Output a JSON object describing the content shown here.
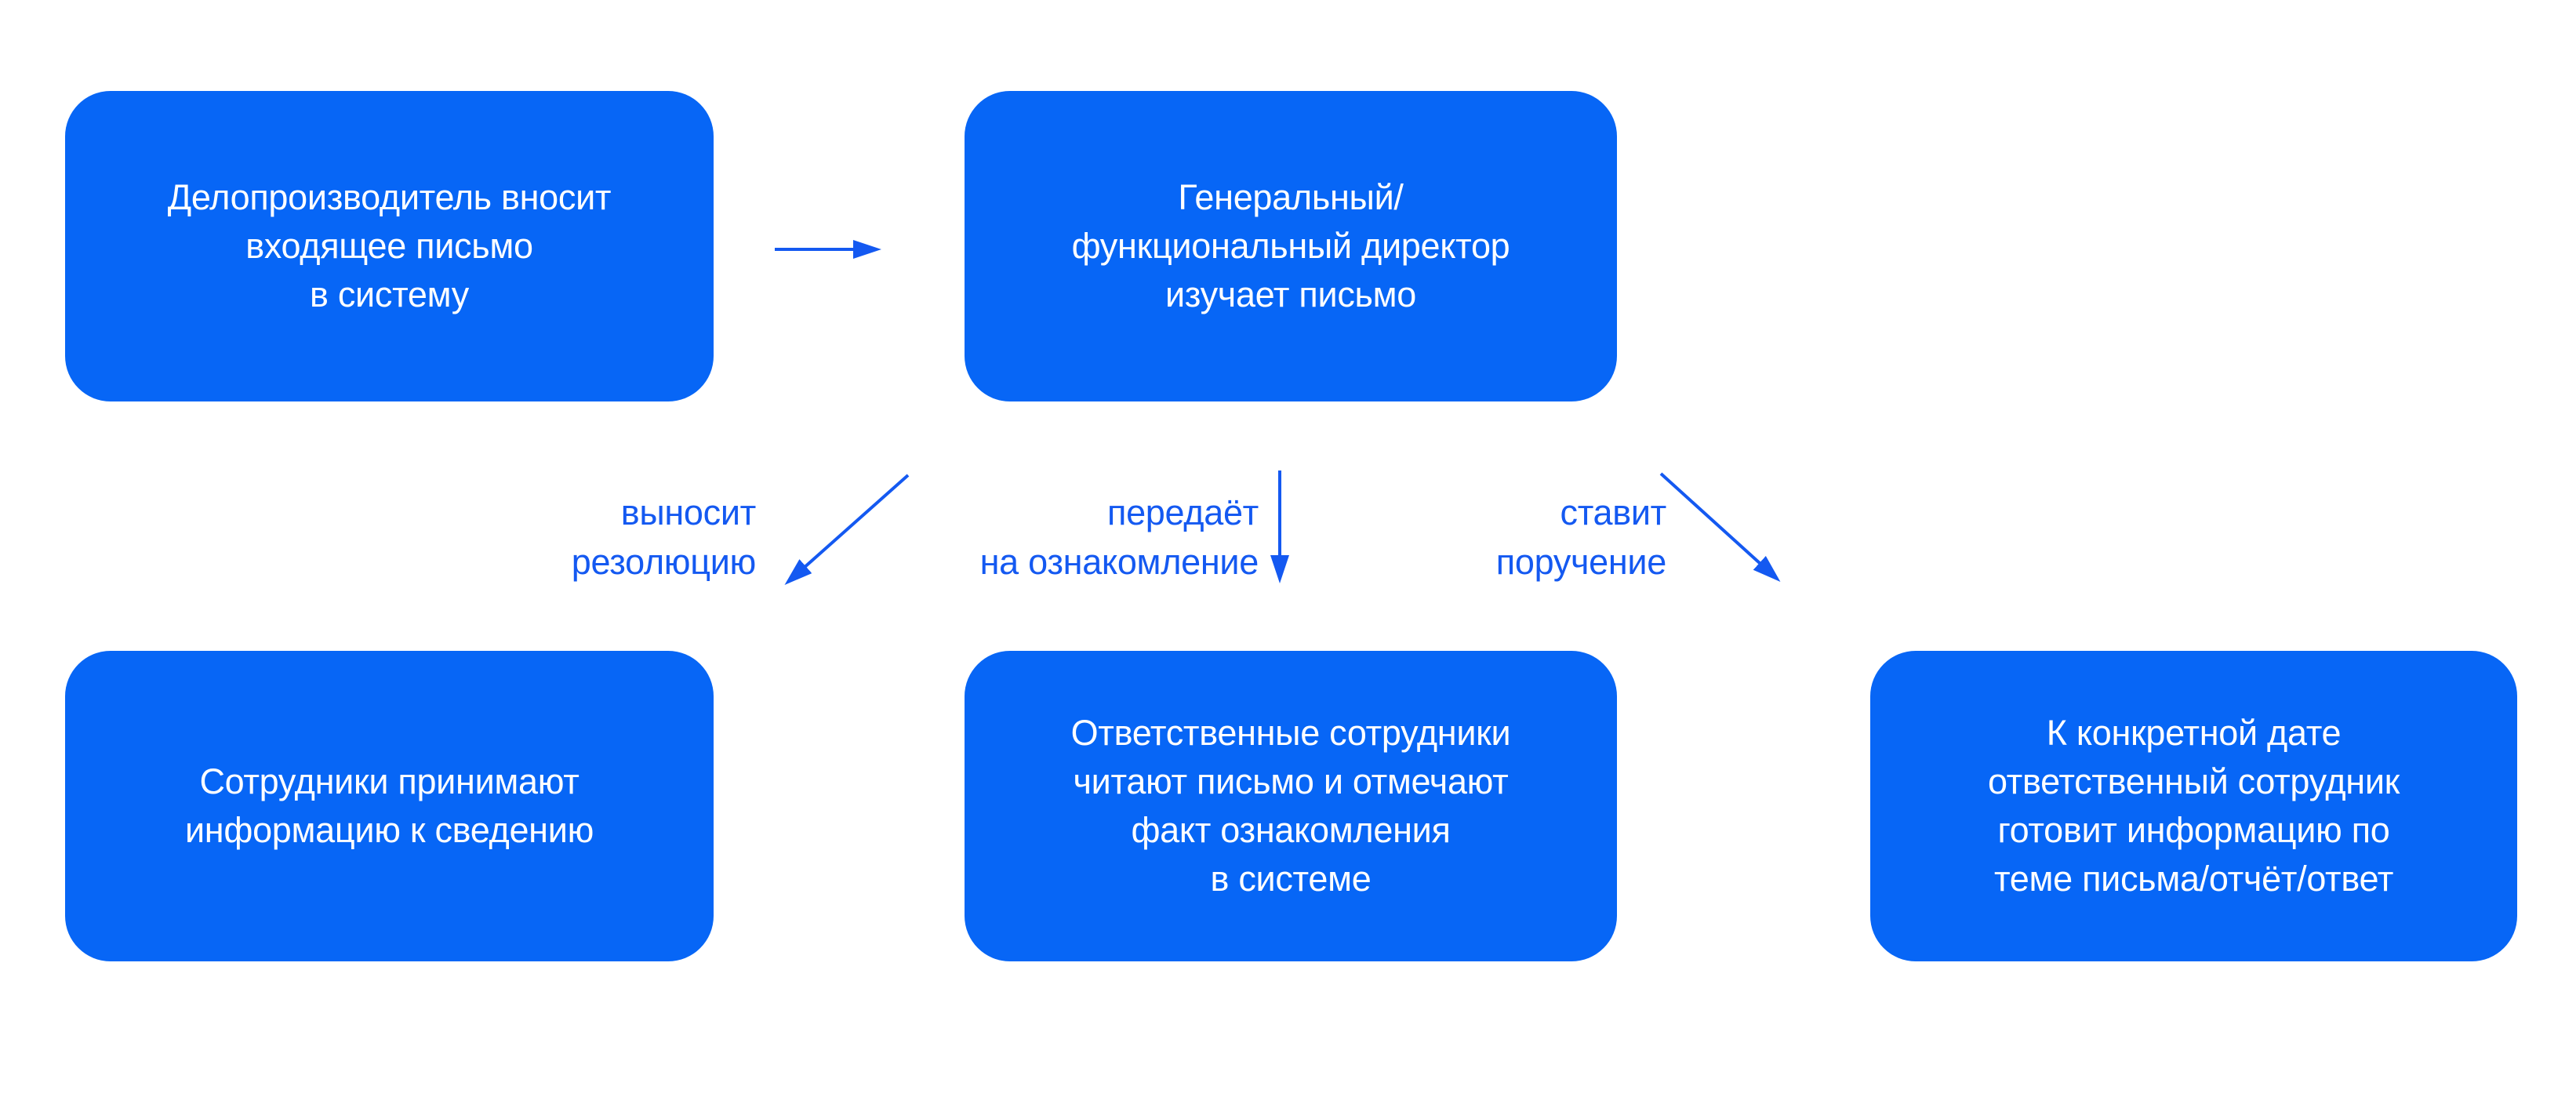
{
  "colors": {
    "background": "#ffffff",
    "box_fill": "#0766f6",
    "box_text": "#ffffff",
    "accent": "#1459f1"
  },
  "diagram": {
    "boxes": {
      "clerk": {
        "text": "Делопроизводитель вносит\nвходящее письмо\nв систему"
      },
      "director": {
        "text": "Генеральный/\nфункциональный директор\nизучает письмо"
      },
      "employees_note": {
        "text": "Сотрудники принимают\nинформацию к сведению"
      },
      "employees_read": {
        "text": "Ответственные сотрудники\nчитают письмо и отмечают\nфакт ознакомления\nв системе"
      },
      "responsible_prepare": {
        "text": "К конкретной дате\nответственный сотрудник\nготовит информацию по\nтеме письма/отчёт/ответ"
      }
    },
    "edge_labels": {
      "resolution": "выносит\nрезолюцию",
      "review": "передаёт\nна ознакомление",
      "order": "ставит\nпоручение"
    }
  }
}
